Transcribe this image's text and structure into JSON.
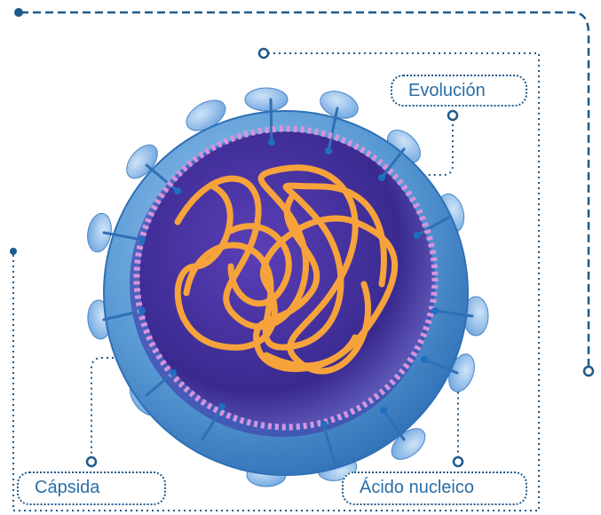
{
  "labels": {
    "evolution": "Evolución",
    "capsid": "Cápsida",
    "nucleic_acid": "Ácido nucleico"
  },
  "colors": {
    "connector": "#1e5a8c",
    "label_text": "#2a6ea6",
    "envelope_outer": "#5b9bd5",
    "envelope_inner": "#3f6fc4",
    "core": "#3b2a8f",
    "nucleic_acid": "#f6a33b",
    "capsid_beads": "#d08ad8",
    "protein_spikes": "#7fb3e6"
  },
  "icons": [
    "virus-illustration",
    "connector-dot",
    "connector-ring"
  ]
}
